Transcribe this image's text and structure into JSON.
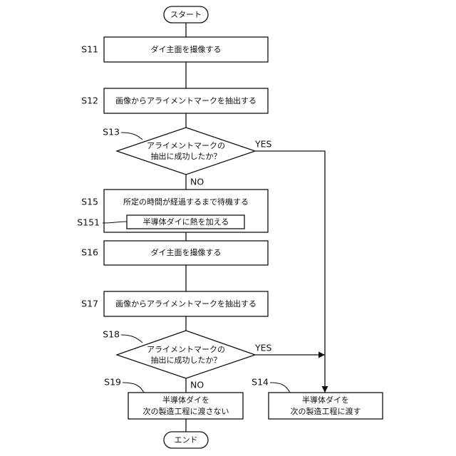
{
  "nodes": {
    "start": "スタート",
    "s11": "ダイ主面を撮像する",
    "s12": "画像からアライメントマークを抽出する",
    "s13": [
      "アライメントマークの",
      "抽出に成功したか？"
    ],
    "s15": "所定の時間が経過するまで待機する",
    "s151": "半導体ダイに熱を加える",
    "s16": "ダイ主面を撮像する",
    "s17": "画像からアライメントマークを抽出する",
    "s18": [
      "アライメントマークの",
      "抽出に成功したか？"
    ],
    "s19": [
      "半導体ダイを",
      "次の製造工程に渡さない"
    ],
    "s14": [
      "半導体ダイを",
      "次の製造工程に渡す"
    ],
    "end": "エンド"
  },
  "step_labels": {
    "s11": "S11",
    "s12": "S12",
    "s13": "S13",
    "s15": "S15",
    "s151": "S151",
    "s16": "S16",
    "s17": "S17",
    "s18": "S18",
    "s19": "S19",
    "s14": "S14"
  },
  "branch_labels": {
    "s13_yes": "YES",
    "s13_no": "NO",
    "s18_yes": "YES",
    "s18_no": "NO"
  }
}
